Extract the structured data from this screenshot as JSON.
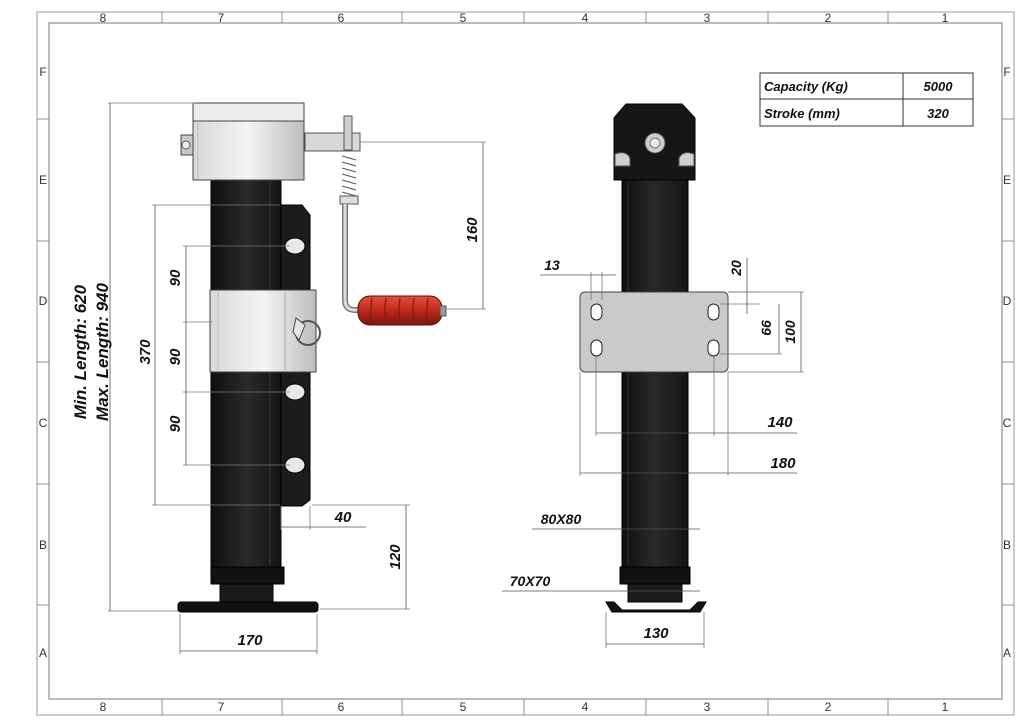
{
  "border": {
    "columns": [
      "8",
      "7",
      "6",
      "5",
      "4",
      "3",
      "2",
      "1"
    ],
    "rows": [
      "F",
      "E",
      "D",
      "C",
      "B",
      "A"
    ]
  },
  "spec_table": {
    "rows": [
      {
        "label": "Capacity (Kg)",
        "value": "5000"
      },
      {
        "label": "Stroke (mm)",
        "value": "320"
      }
    ]
  },
  "side_view": {
    "min_length": "Min. Length: 620",
    "max_length": "Max. Length: 940",
    "dim_370": "370",
    "dim_90_a": "90",
    "dim_90_b": "90",
    "dim_90_c": "90",
    "dim_160": "160",
    "dim_40": "40",
    "dim_120": "120",
    "dim_170": "170"
  },
  "front_view": {
    "dim_13": "13",
    "dim_20": "20",
    "dim_66": "66",
    "dim_100": "100",
    "dim_140": "140",
    "dim_180": "180",
    "tube_80": "80X80",
    "tube_70": "70X70",
    "dim_130": "130"
  },
  "colors": {
    "body": "#1e1e1e",
    "handle": "#c0281c",
    "plate": "#c8c8c8",
    "frame": "#888888"
  }
}
